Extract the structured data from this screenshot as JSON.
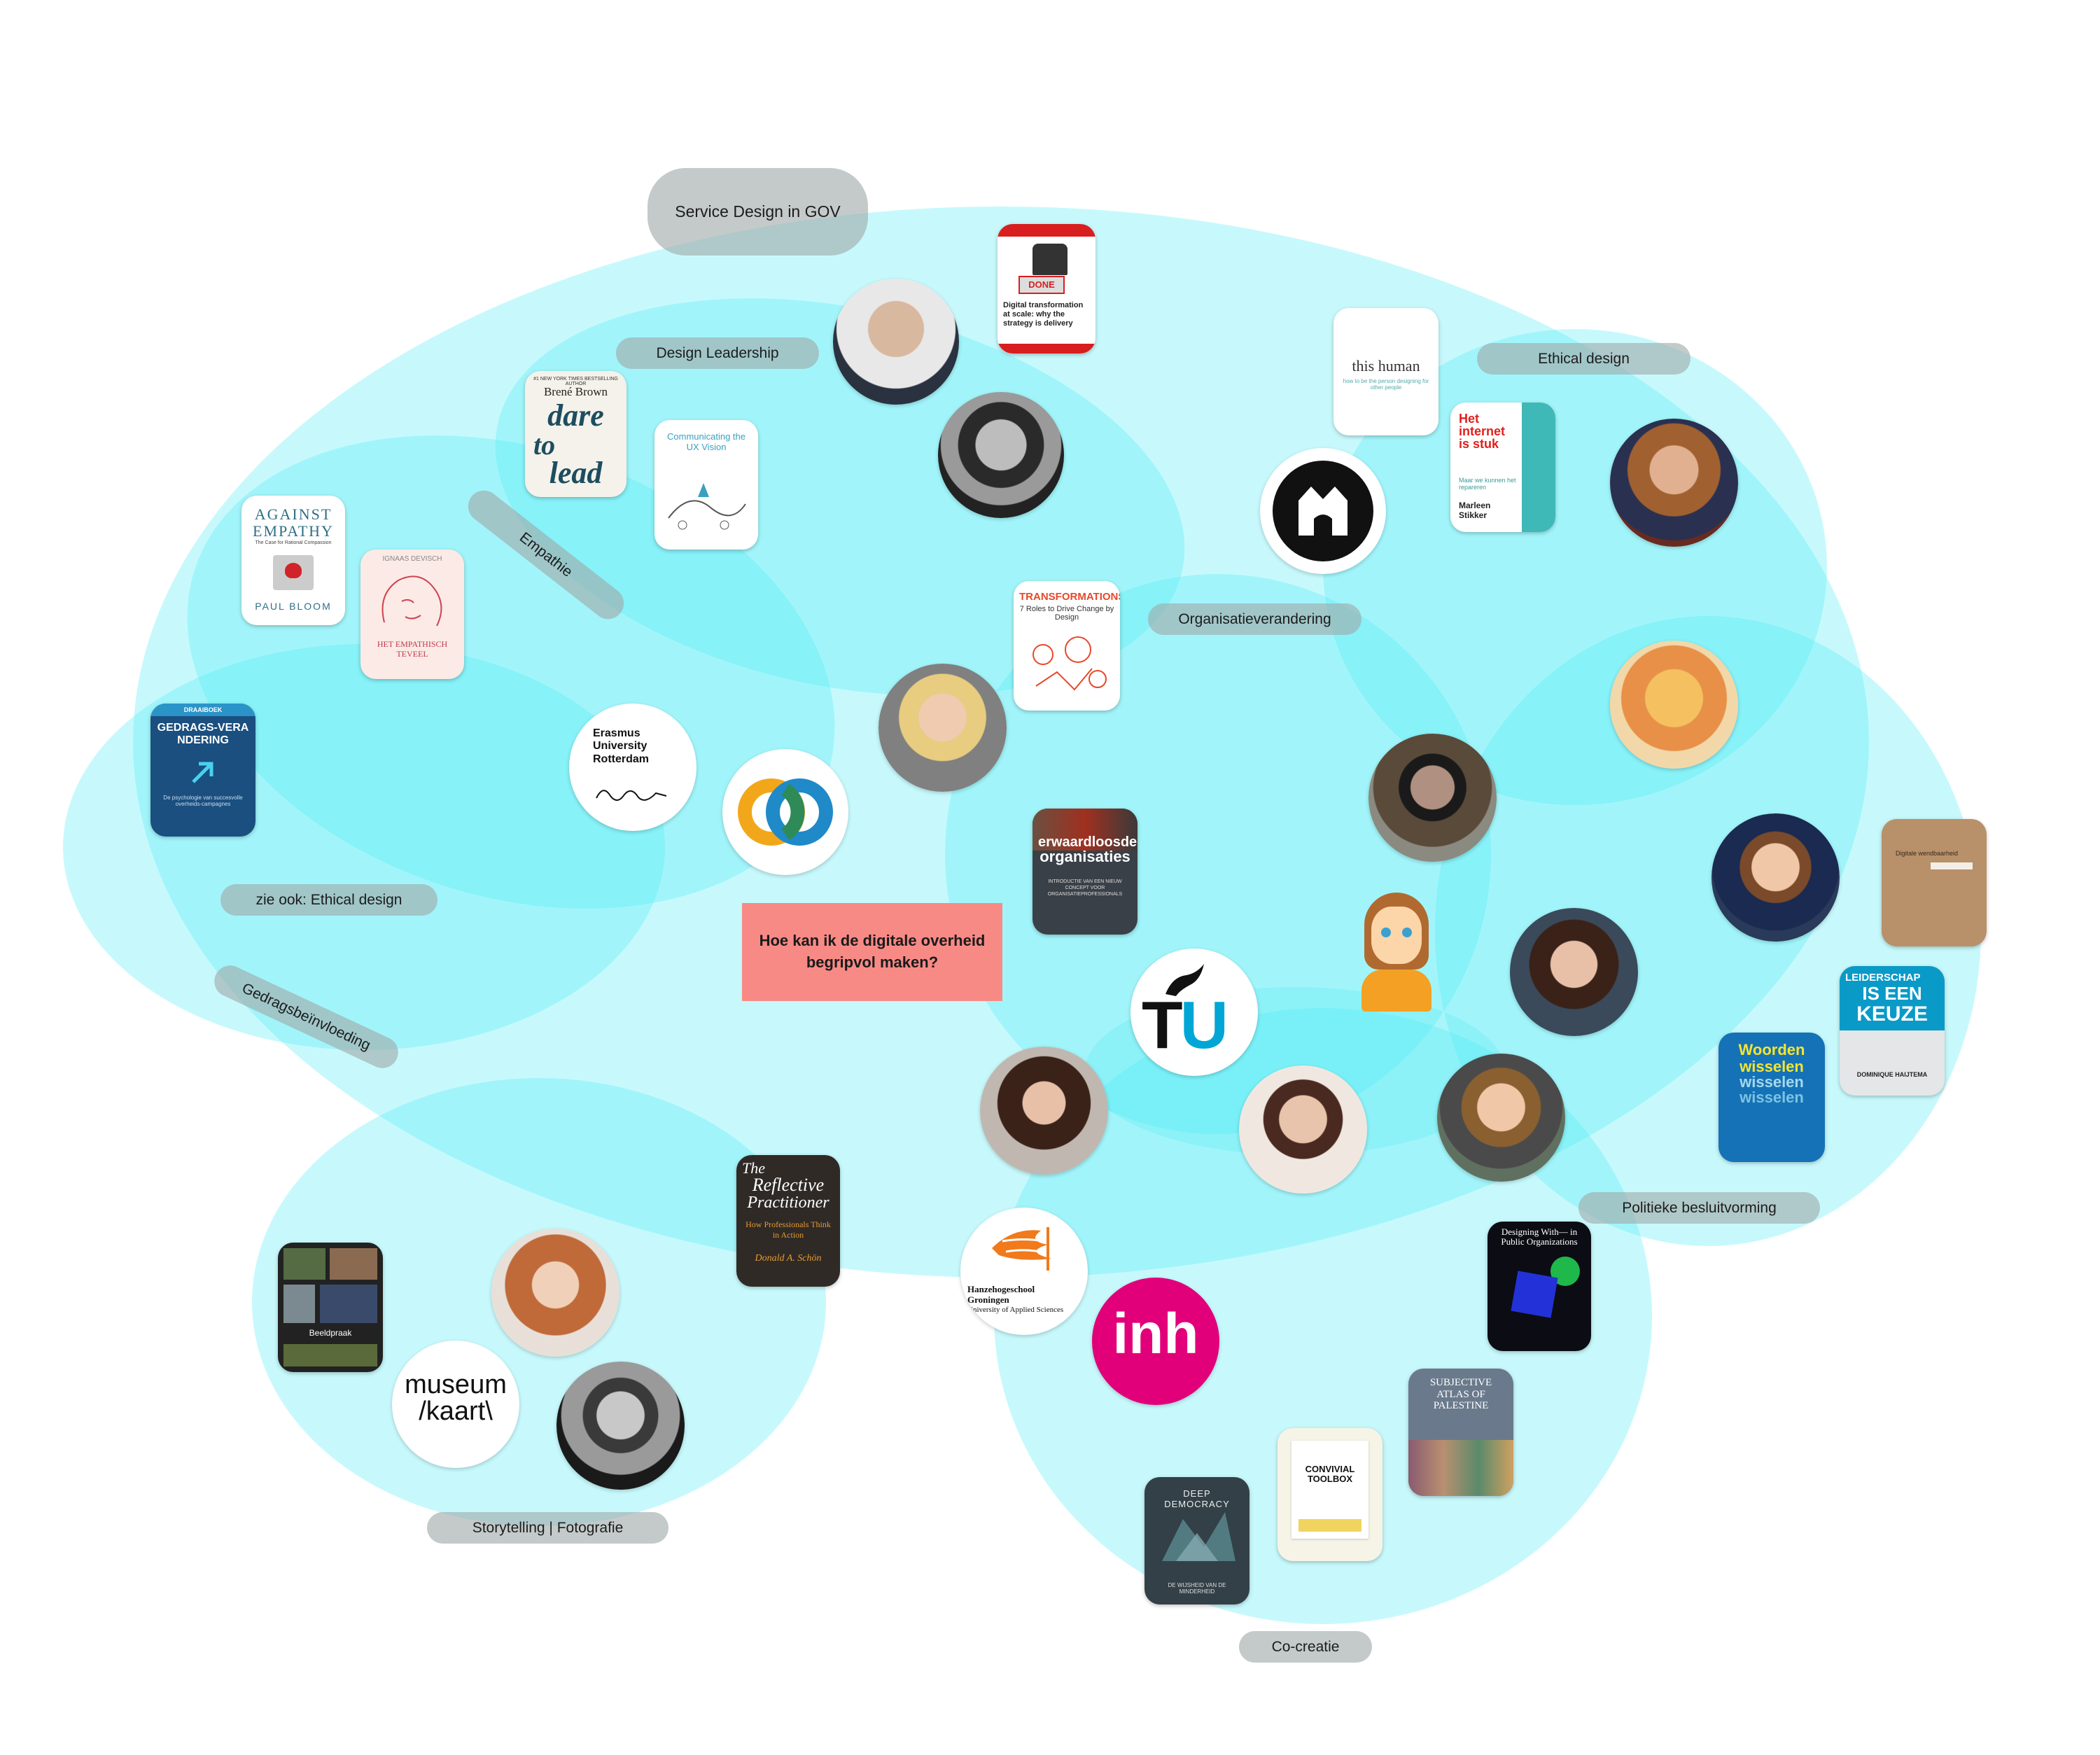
{
  "question": "Hoe kan ik de digitale overheid begripvol maken?",
  "topics": {
    "service_design_gov": "Service Design in GOV",
    "design_leadership": "Design Leadership",
    "ethical_design": "Ethical design",
    "empathie": "Empathie",
    "organisatieverandering": "Organisatieverandering",
    "zie_ook_ethical_design": "zie ook: Ethical design",
    "gedragsbeinvloeding": "Gedragsbeïnvloeding",
    "storytelling_fotografie": "Storytelling | Fotografie",
    "politieke_besluitvorming": "Politieke besluitvorming",
    "co_creatie": "Co-creatie"
  },
  "books": {
    "digital_transformation": {
      "badge": "DONE",
      "title": "Digital transformation at scale: why the strategy is delivery"
    },
    "dare_to_lead": {
      "top": "#1 NEW YORK TIMES BESTSELLING AUTHOR",
      "author": "Brené Brown",
      "title1": "dare",
      "title2": "to",
      "title3": "lead"
    },
    "ux_vision": {
      "title": "Communicating the UX Vision"
    },
    "against_empathy": {
      "title1": "AGAINST",
      "title2": "EMPATHY",
      "subtitle": "The Case for Rational Compassion",
      "author": "PAUL BLOOM"
    },
    "empathisch_teveel": {
      "author": "IGNAAS DEVISCH",
      "title": "HET EMPATHISCH TEVEEL"
    },
    "gedragsverandering": {
      "top": "DRAAIBOEK",
      "title": "GEDRAGS-VERANDERING",
      "sub": "De psychologie van succesvolle overheids-campagnes"
    },
    "transformations": {
      "title": "TRANSFORMATIONS",
      "sub": "7 Roles to Drive Change by Design"
    },
    "this_human": {
      "title": "this human",
      "sub": "how to be the person designing for other people"
    },
    "internet_stuk": {
      "title": "Het internet is stuk",
      "sub": "Maar we kunnen het repareren",
      "author": "Marleen Stikker"
    },
    "organisaties": {
      "title1": "erwaardloosde",
      "title2": "organisaties",
      "sub": "INTRODUCTIE VAN EEN NIEUW CONCEPT VOOR ORGANISATIEPROFESSIONALS"
    },
    "reflective": {
      "title1": "The",
      "title2": "Reflective",
      "title3": "Practitioner",
      "sub": "How Professionals Think in Action",
      "author": "Donald A. Schön"
    },
    "beeldpraak": {
      "title": "Beeldpraak"
    },
    "leiderschap": {
      "title1": "LEIDERSCHAP",
      "title2": "IS EEN",
      "title3": "KEUZE",
      "author": "DOMINIQUE HAIJTEMA"
    },
    "woorden": {
      "title1": "Woorden",
      "title2": "wisselen",
      "title3": "wisselen",
      "title4": "wisselen"
    },
    "designing_with": {
      "title": "Designing With— in Public Organizations"
    },
    "palestine": {
      "title": "SUBJECTIVE ATLAS OF PALESTINE"
    },
    "convivial": {
      "title": "CONVIVIAL TOOLBOX"
    },
    "deep_democracy": {
      "title": "DEEP DEMOCRACY",
      "sub": "DE WIJSHEID VAN DE MINDERHEID"
    },
    "brown_book": {
      "title": "Digitale wendbaarheid"
    }
  },
  "logos": {
    "erasmus": {
      "line1": "Erasmus",
      "line2": "University",
      "line3": "Rotterdam"
    },
    "hanze": {
      "line1": "Hanzehogeschool",
      "line2": "Groningen",
      "line3": "University of Applied Sciences"
    },
    "tu": "TU",
    "museumkaart": {
      "line1": "museum",
      "line2": "/kaart\\"
    },
    "inh": "inh"
  },
  "colors": {
    "blob": "#50ecf5",
    "pill": "#a0aaaa",
    "question": "#f88a86",
    "inh": "#e2007a",
    "tu_blue": "#00a6d6"
  }
}
